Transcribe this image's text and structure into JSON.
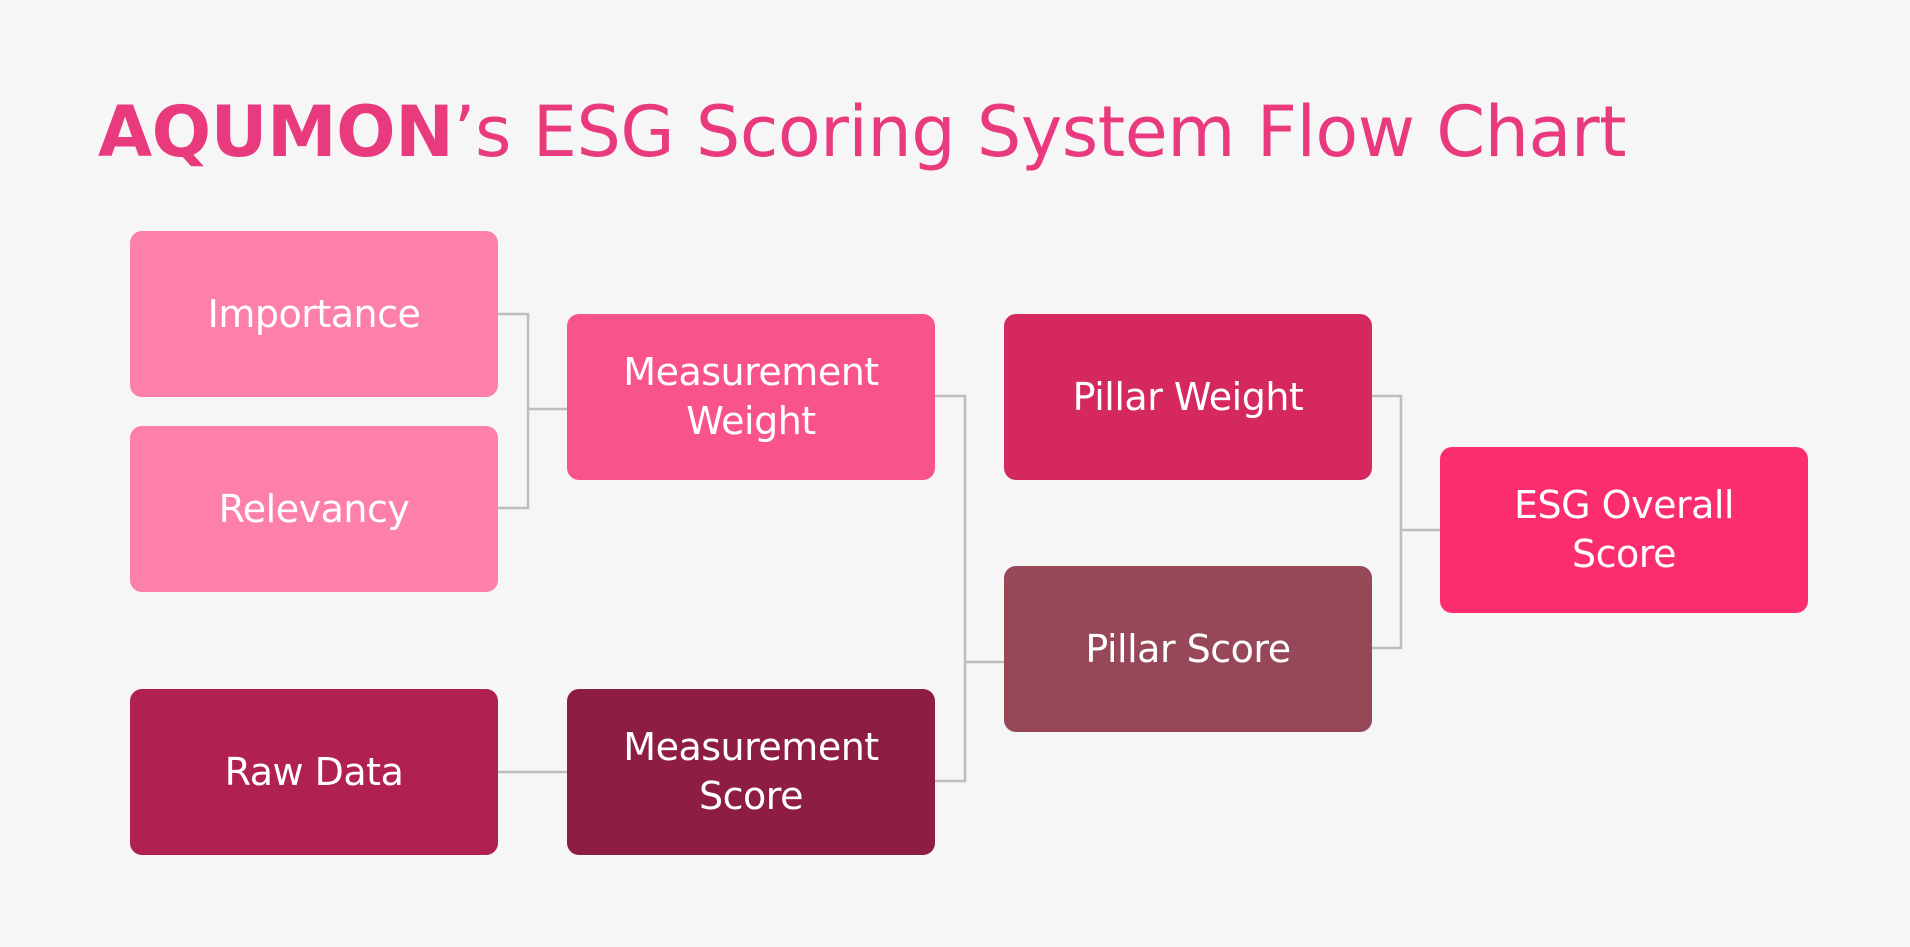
{
  "title": {
    "brand": "AQUMON",
    "rest": "’s ESG Scoring System Flow Chart",
    "color": "#e83a7c"
  },
  "connector_color": "#bdbdbd",
  "nodes": {
    "importance": {
      "label": "Importance",
      "color": "#fd80aa"
    },
    "relevancy": {
      "label": "Relevancy",
      "color": "#fd80aa"
    },
    "raw_data": {
      "label": "Raw Data",
      "color": "#b1214f"
    },
    "measurement_weight": {
      "label": "Measurement Weight",
      "color": "#f9548a"
    },
    "measurement_score": {
      "label": "Measurement Score",
      "color": "#8e1d42"
    },
    "pillar_weight": {
      "label": "Pillar Weight",
      "color": "#d4285f"
    },
    "pillar_score": {
      "label": "Pillar Score",
      "color": "#964859"
    },
    "esg_overall_score": {
      "label": "ESG Overall Score",
      "color": "#fb2d6f"
    }
  },
  "edges": [
    {
      "from": "Importance",
      "to": "Measurement Weight"
    },
    {
      "from": "Relevancy",
      "to": "Measurement Weight"
    },
    {
      "from": "Raw Data",
      "to": "Measurement Score"
    },
    {
      "from": "Measurement Weight",
      "to": "Pillar Score"
    },
    {
      "from": "Measurement Score",
      "to": "Pillar Score"
    },
    {
      "from": "Pillar Weight",
      "to": "ESG Overall Score"
    },
    {
      "from": "Pillar Score",
      "to": "ESG Overall Score"
    }
  ]
}
